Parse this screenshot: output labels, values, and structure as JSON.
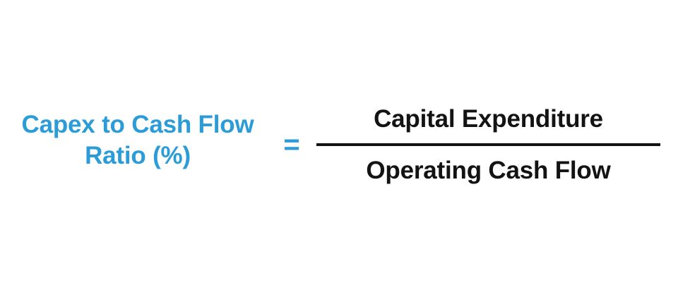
{
  "formula": {
    "name": "Capex to Cash Flow Ratio formula",
    "left_side": {
      "line1": "Capex to Cash Flow",
      "line2": "Ratio (%)",
      "color": "#2B9CD8"
    },
    "operator": "=",
    "right_side": {
      "numerator": "Capital Expenditure",
      "denominator": "Operating Cash Flow",
      "color": "#131313"
    },
    "background_color": "#FFFFFF"
  }
}
